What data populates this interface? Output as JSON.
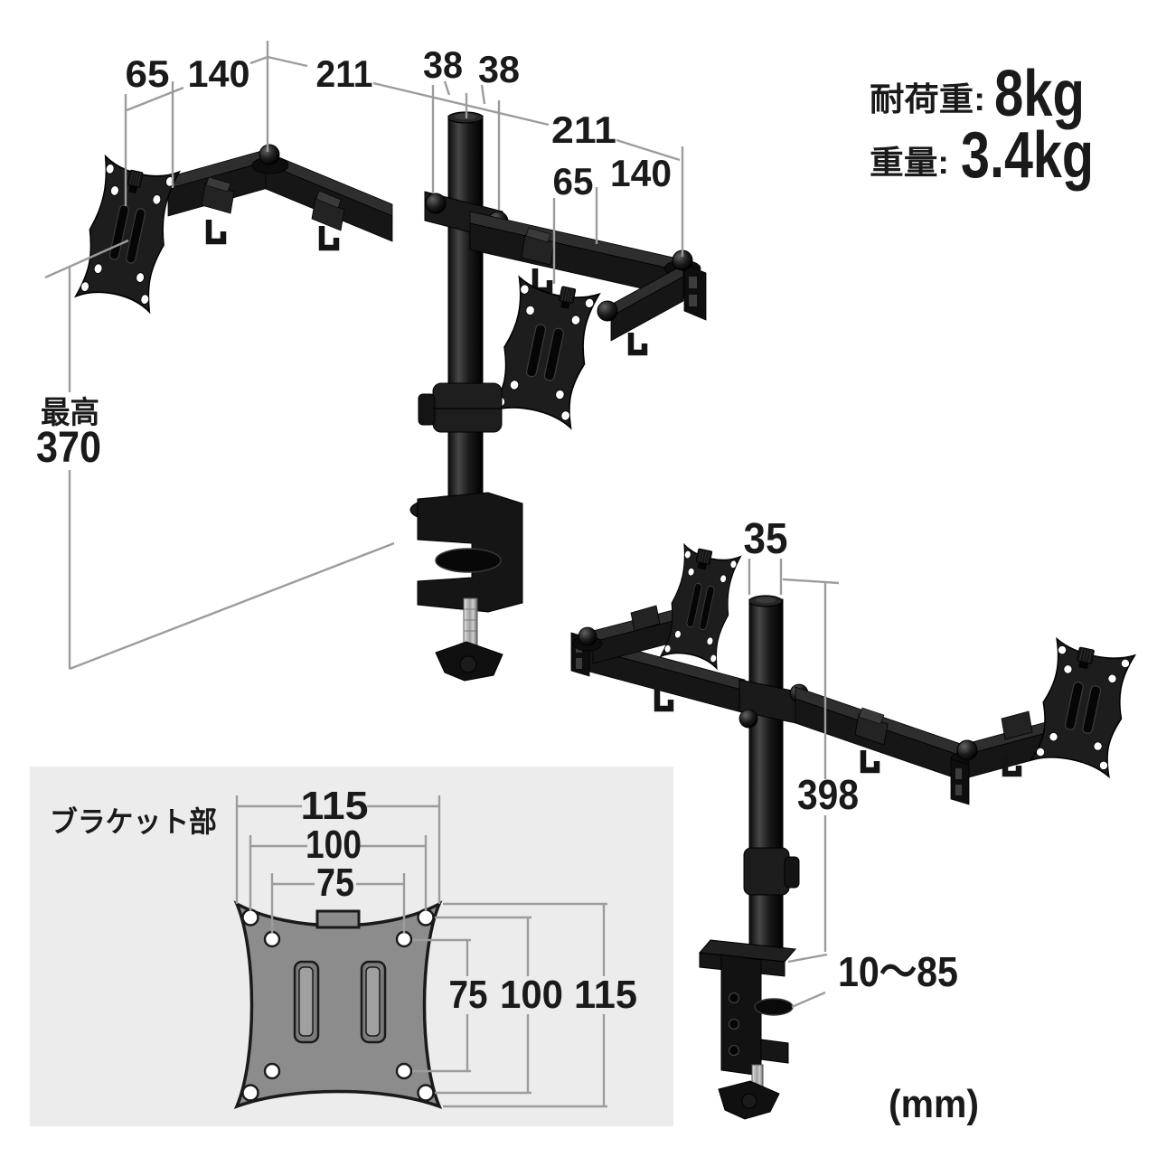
{
  "specs": {
    "load_label": "耐荷重:",
    "load_value": "8kg",
    "weight_label": "重量:",
    "weight_value": "3.4kg"
  },
  "view1": {
    "dims": {
      "left_offset": "65",
      "left_arm": "140",
      "left_reach": "211",
      "pole_left": "38",
      "pole_right": "38",
      "right_reach": "211",
      "right_offset": "65",
      "right_arm": "140"
    },
    "max_height": {
      "label": "最高",
      "value": "370"
    }
  },
  "view2": {
    "dims": {
      "pole_diameter": "35",
      "pole_height": "398",
      "clamp_range": "10〜85"
    }
  },
  "bracket": {
    "title": "ブラケット部",
    "dims_horizontal": [
      "115",
      "100",
      "75"
    ],
    "dims_vertical": [
      "75",
      "100",
      "115"
    ]
  },
  "unit_label": "(mm)",
  "colors": {
    "background": "#ffffff",
    "panel": "#ececec",
    "hardware_black": "#161616",
    "bracket_gray": "#8c8c8c",
    "dimension_line": "#9c9c9c",
    "text": "#1a1a1a"
  }
}
